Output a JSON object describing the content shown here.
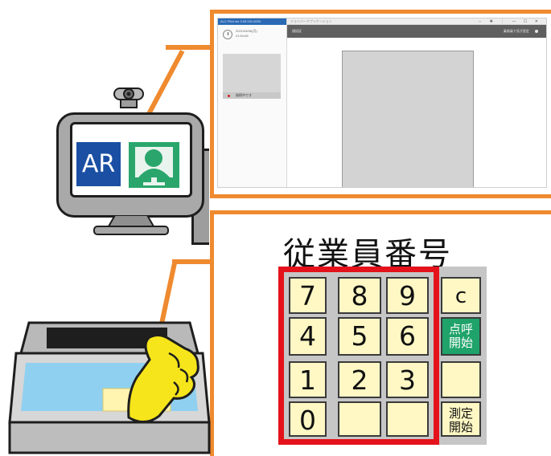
{
  "screenshot": {
    "left_title": "ALC Pilot ver 3.05.001.0003",
    "date": "2021/03/06(月)",
    "time": "21:54:06",
    "status": "接続中です",
    "app_title": "ドライバーアプリケーション",
    "window_controls": "⇔ ✚ ⋮ — ☐ ✕",
    "subbar_left": "顔認証",
    "subbar_right": "乗務員で見ぎ設定"
  },
  "desktop_icons": {
    "ar_icon": "AR"
  },
  "keypad": {
    "title": "従業員番号",
    "keys": {
      "k7": "7",
      "k8": "8",
      "k9": "9",
      "k4": "4",
      "k5": "5",
      "k6": "6",
      "k1": "1",
      "k2": "2",
      "k3": "3",
      "k0": "0",
      "clear": "c"
    },
    "rollcall_start": [
      "点",
      "呼",
      "開",
      "始"
    ],
    "measure_start": [
      "測",
      "定",
      "開",
      "始"
    ]
  },
  "colors": {
    "orange": "#ef8a2f",
    "red": "#e4121b",
    "key_yellow": "#fff8c4",
    "key_green": "#1fa36a",
    "ar_blue": "#1a4fa3"
  }
}
